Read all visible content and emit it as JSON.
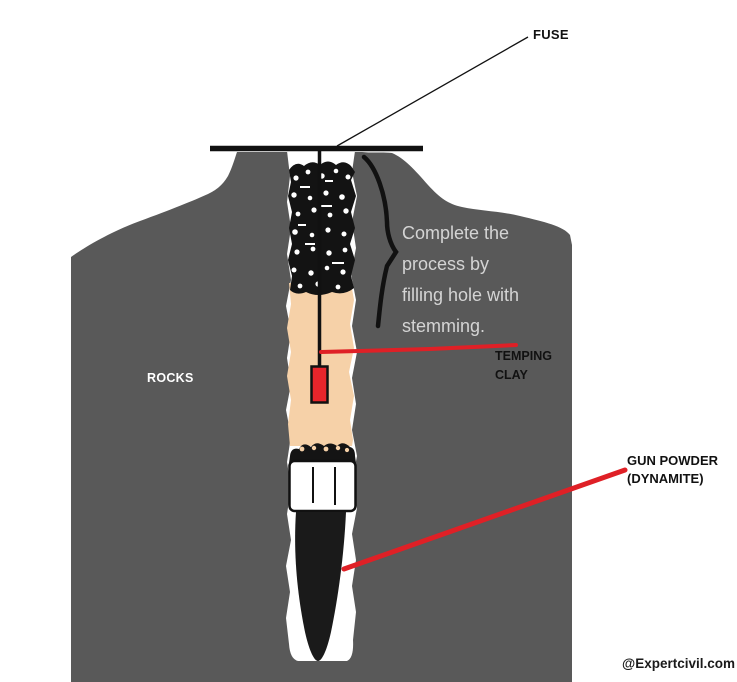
{
  "colors": {
    "rock": "#595959",
    "hole": "#ffffff",
    "stemming": "#131313",
    "clay": "#f6d1a8",
    "cap": "#141414",
    "cartridge": "#ffffff",
    "cone": "#1a1a1a",
    "detonator_red": "#e8252b",
    "leader_red": "#df2026",
    "ink": "#111111",
    "note_text": "#d4d4d4",
    "rocks_text": "#ffffff"
  },
  "labels": {
    "fuse": "FUSE",
    "rocks": "ROCKS",
    "note_lines": [
      "Complete the",
      "process by",
      "filling hole with",
      "stemming."
    ],
    "temping_clay_lines": [
      "TEMPING",
      "CLAY"
    ],
    "gun_powder_lines": [
      "GUN POWDER",
      "(DYNAMITE)"
    ],
    "watermark": "@Expertcivil.com"
  }
}
